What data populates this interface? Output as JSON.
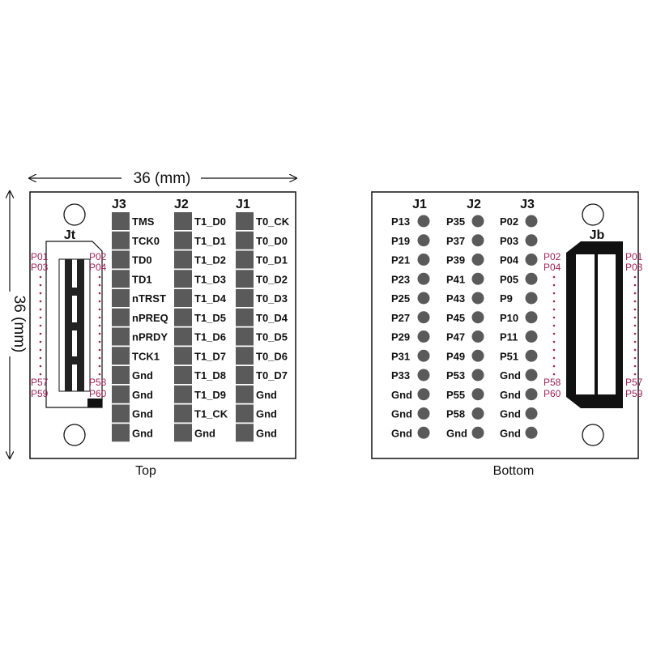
{
  "dimensions": {
    "width_label": "36 (mm)",
    "height_label": "36 (mm)"
  },
  "top_board": {
    "caption": "Top",
    "connector_label": "Jt",
    "pin_labels": {
      "left_top_1": "P01",
      "left_top_2": "P03",
      "right_top_1": "P02",
      "right_top_2": "P04",
      "left_bottom_1": "P57",
      "left_bottom_2": "P59",
      "right_bottom_1": "P58",
      "right_bottom_2": "P60"
    },
    "headers": [
      {
        "name": "J3",
        "pins": [
          "TMS",
          "TCK0",
          "TD0",
          "TD1",
          "nTRST",
          "nPREQ",
          "nPRDY",
          "TCK1",
          "Gnd",
          "Gnd",
          "Gnd",
          "Gnd"
        ]
      },
      {
        "name": "J2",
        "pins": [
          "T1_D0",
          "T1_D1",
          "T1_D2",
          "T1_D3",
          "T1_D4",
          "T1_D5",
          "T1_D6",
          "T1_D7",
          "T1_D8",
          "T1_D9",
          "T1_CK",
          "Gnd"
        ]
      },
      {
        "name": "J1",
        "pins": [
          "T0_CK",
          "T0_D0",
          "T0_D1",
          "T0_D2",
          "T0_D3",
          "T0_D4",
          "T0_D5",
          "T0_D6",
          "T0_D7",
          "Gnd",
          "Gnd",
          "Gnd"
        ]
      }
    ]
  },
  "bottom_board": {
    "caption": "Bottom",
    "connector_label": "Jb",
    "pin_labels": {
      "left_top_1": "P02",
      "left_top_2": "P04",
      "right_top_1": "P01",
      "right_top_2": "P03",
      "left_bottom_1": "P58",
      "left_bottom_2": "P60",
      "right_bottom_1": "P57",
      "right_bottom_2": "P59"
    },
    "headers": [
      {
        "name": "J1",
        "pins": [
          "P13",
          "P19",
          "P21",
          "P23",
          "P25",
          "P27",
          "P29",
          "P31",
          "P33",
          "Gnd",
          "Gnd",
          "Gnd"
        ]
      },
      {
        "name": "J2",
        "pins": [
          "P35",
          "P37",
          "P39",
          "P41",
          "P43",
          "P45",
          "P47",
          "P49",
          "P53",
          "P55",
          "P58",
          "Gnd"
        ]
      },
      {
        "name": "J3",
        "pins": [
          "P02",
          "P03",
          "P04",
          "P05",
          "P9",
          "P10",
          "P11",
          "P51",
          "Gnd",
          "Gnd",
          "Gnd",
          "Gnd"
        ]
      }
    ]
  },
  "colors": {
    "pad": "#5a5a5a",
    "pin_label": "#a0225a",
    "outline": "#111111"
  }
}
